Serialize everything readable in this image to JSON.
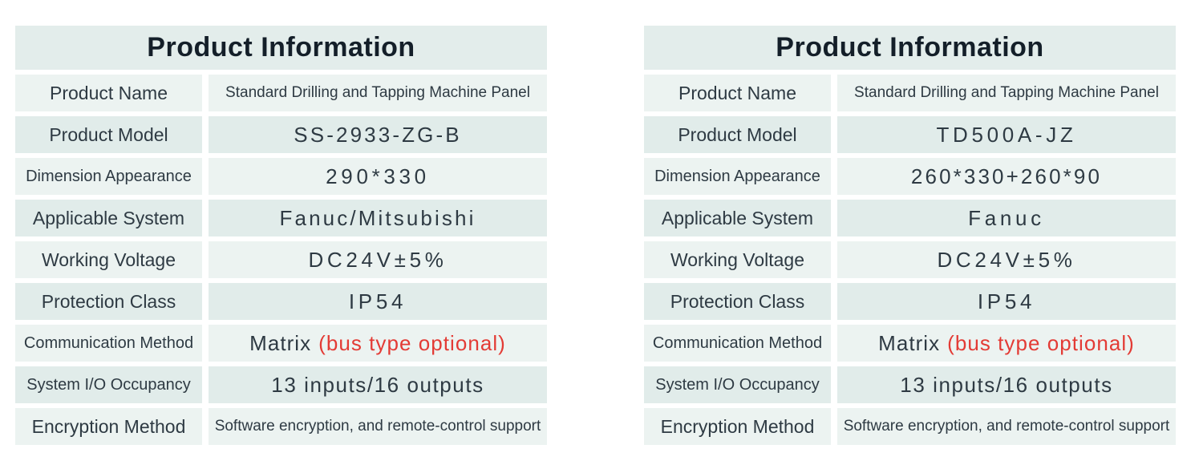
{
  "colors": {
    "header_bg": "#e3edeb",
    "row_odd_bg": "#ecf3f1",
    "row_even_bg": "#e1ecea",
    "text_dark": "#2e3a43",
    "header_text": "#141f29",
    "accent_red": "#e33b35",
    "page_bg": "#ffffff"
  },
  "tables": [
    {
      "title": "Product Information",
      "rows": [
        {
          "label": "Product Name",
          "value": "Standard Drilling and Tapping Machine Panel"
        },
        {
          "label": "Product Model",
          "value": "SS-2933-ZG-B"
        },
        {
          "label": "Dimension Appearance",
          "value": "290*330"
        },
        {
          "label": "Applicable System",
          "value": "Fanuc/Mitsubishi"
        },
        {
          "label": "Working Voltage",
          "value": "DC24V±5%"
        },
        {
          "label": "Protection Class",
          "value": "IP54"
        },
        {
          "label": "Communication Method",
          "value": "Matrix",
          "value_red": "(bus type optional)"
        },
        {
          "label": "System I/O Occupancy",
          "value": "13 inputs/16 outputs"
        },
        {
          "label": "Encryption Method",
          "value": "Software encryption, and remote-control support"
        }
      ]
    },
    {
      "title": "Product Information",
      "rows": [
        {
          "label": "Product Name",
          "value": "Standard Drilling and Tapping Machine Panel"
        },
        {
          "label": "Product Model",
          "value": "TD500A-JZ"
        },
        {
          "label": "Dimension Appearance",
          "value": "260*330+260*90"
        },
        {
          "label": "Applicable System",
          "value": "Fanuc"
        },
        {
          "label": "Working Voltage",
          "value": "DC24V±5%"
        },
        {
          "label": "Protection Class",
          "value": "IP54"
        },
        {
          "label": "Communication Method",
          "value": "Matrix",
          "value_red": "(bus type optional)"
        },
        {
          "label": "System I/O Occupancy",
          "value": "13 inputs/16 outputs"
        },
        {
          "label": "Encryption Method",
          "value": "Software encryption, and remote-control support"
        }
      ]
    }
  ]
}
